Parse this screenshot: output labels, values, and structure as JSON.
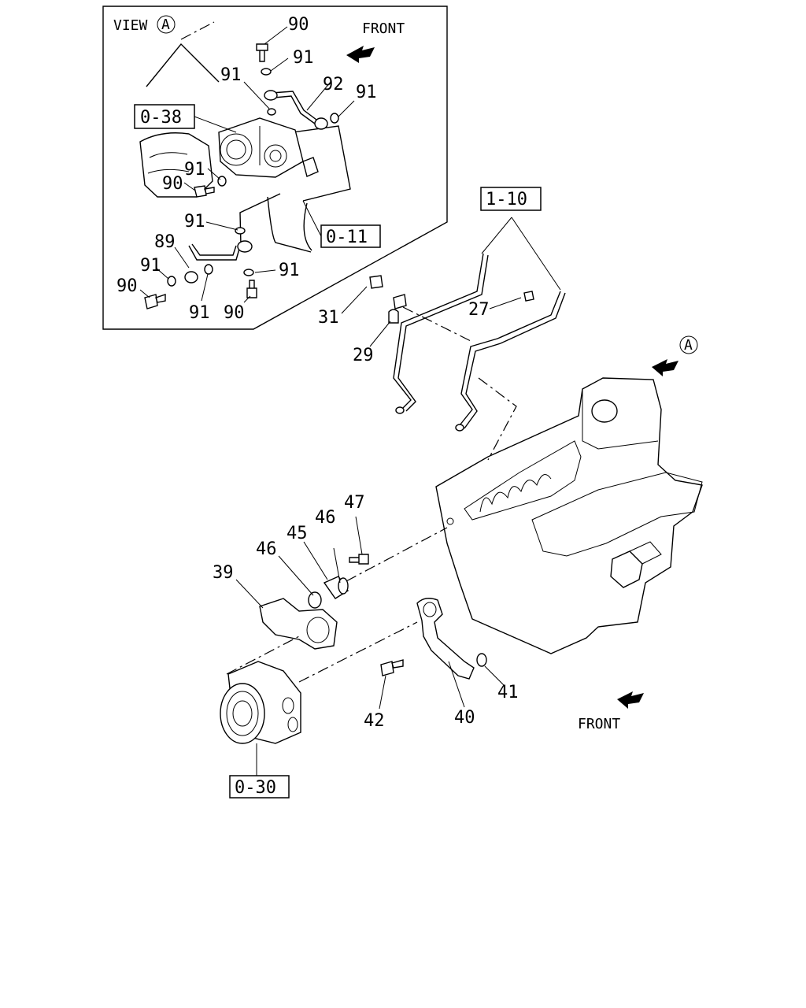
{
  "view": {
    "title": "VIEW",
    "circle": "A"
  },
  "front_inset": "FRONT",
  "front_main": "FRONT",
  "marker_a": "A",
  "refs": {
    "r038": "0-38",
    "r011": "0-11",
    "r110": "1-10",
    "r030": "0-30"
  },
  "callouts": {
    "c90a": "90",
    "c91a": "91",
    "c91b": "91",
    "c92": "92",
    "c91c": "91",
    "c91d": "91",
    "c90b": "90",
    "c91e": "91",
    "c89": "89",
    "c91f": "91",
    "c90c": "90",
    "c91g": "91",
    "c91h": "91",
    "c90d": "90",
    "c31": "31",
    "c27": "27",
    "c29": "29",
    "c47": "47",
    "c46a": "46",
    "c45": "45",
    "c46b": "46",
    "c39": "39",
    "c41": "41",
    "c42": "42",
    "c40": "40"
  }
}
